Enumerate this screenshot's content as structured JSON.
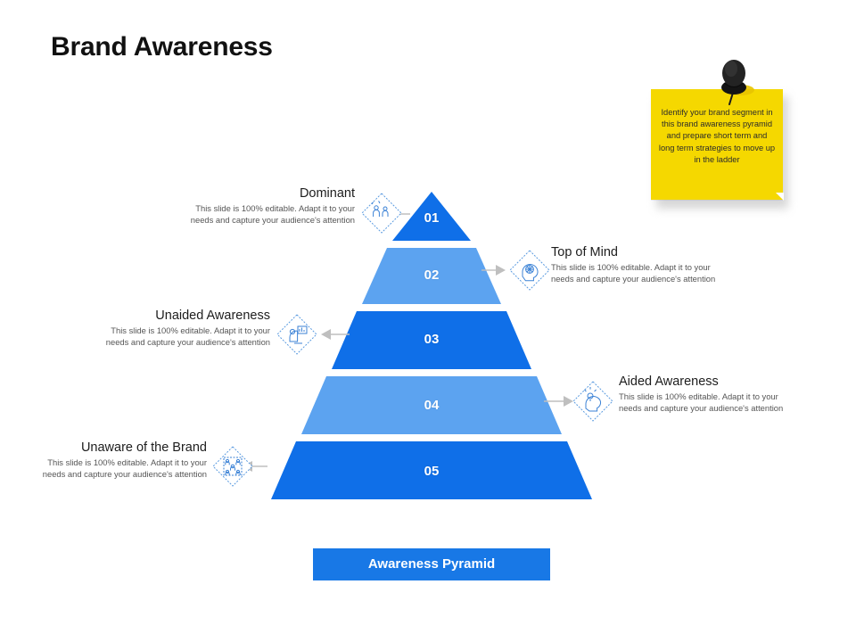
{
  "slide": {
    "title": "Brand Awareness",
    "banner_label": "Awareness Pyramid"
  },
  "sticky_note": {
    "text": "Identify your brand segment in this brand awareness pyramid and prepare short term and long term strategies to move up in the ladder",
    "color": "#F5D800",
    "pin_color": "#1d1d1d"
  },
  "colors": {
    "dark_blue": "#0F6FE8",
    "light_blue": "#5CA3F0",
    "banner_blue": "#1878E6",
    "icon_outline": "#3B82D6",
    "arrow_gray": "#BFBFBF"
  },
  "pyramid": {
    "tiers": [
      {
        "number": "01",
        "fill": "#0F6FE8",
        "side": "left",
        "heading": "Dominant",
        "body": "This slide is 100% editable. Adapt it to your needs and capture your audience's attention",
        "icon": "people-group-icon"
      },
      {
        "number": "02",
        "fill": "#5CA3F0",
        "side": "right",
        "heading": "Top of Mind",
        "body": "This slide is 100% editable. Adapt it to your needs and capture your audience's attention",
        "icon": "head-brain-icon"
      },
      {
        "number": "03",
        "fill": "#0F6FE8",
        "side": "left",
        "heading": "Unaided Awareness",
        "body": "This slide is 100% editable. Adapt it to your needs and capture your audience's attention",
        "icon": "head-presentation-icon"
      },
      {
        "number": "04",
        "fill": "#5CA3F0",
        "side": "right",
        "heading": "Aided Awareness",
        "body": "This slide is 100% editable. Adapt it to your needs and capture your audience's attention",
        "icon": "head-idea-icon"
      },
      {
        "number": "05",
        "fill": "#0F6FE8",
        "side": "left",
        "heading": "Unaware of the Brand",
        "body": "This slide is 100% editable. Adapt it to your needs and capture your audience's attention",
        "icon": "network-people-icon"
      }
    ]
  }
}
